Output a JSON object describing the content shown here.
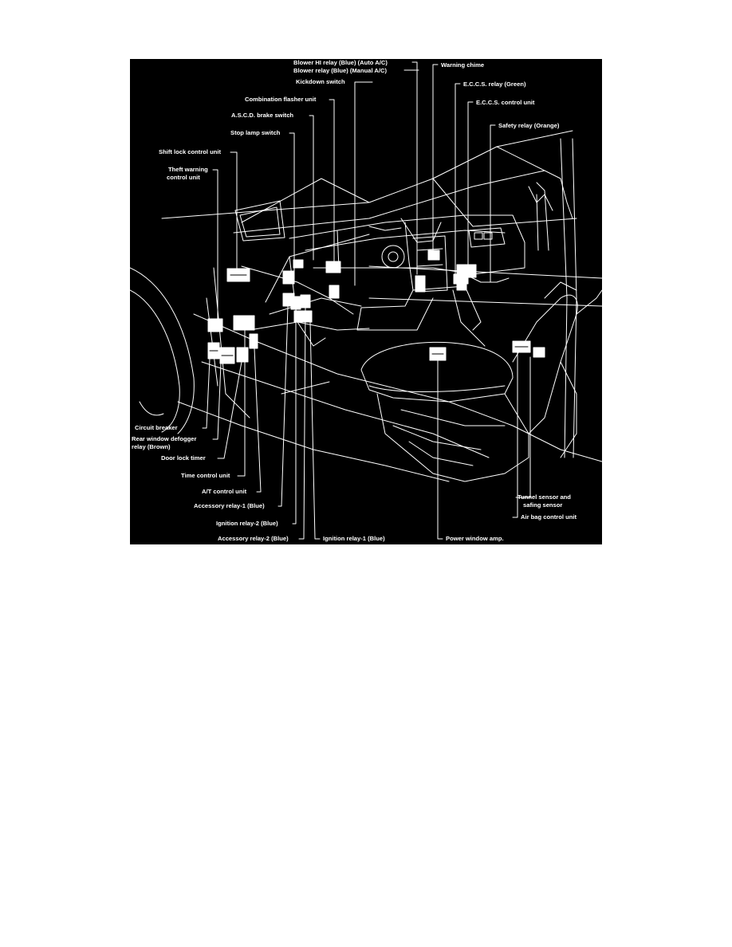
{
  "figure": {
    "background": "#000000",
    "line_color": "#ffffff",
    "labels": {
      "blower_hi_relay": "Blower HI relay (Blue) (Auto A/C)",
      "blower_relay": "Blower relay (Blue) (Manual A/C)",
      "kickdown_switch": "Kickdown switch",
      "warning_chime": "Warning chime",
      "eccs_relay": "E.C.C.S. relay (Green)",
      "eccs_control_unit": "E.C.C.S. control unit",
      "combination_flasher_unit": "Combination flasher unit",
      "ascd_brake_switch": "A.S.C.D. brake switch",
      "stop_lamp_switch": "Stop lamp switch",
      "safety_relay": "Safety relay (Orange)",
      "shift_lock_control_unit": "Shift lock control unit",
      "theft_warning_line1": "Theft warning",
      "theft_warning_line2": "control unit",
      "circuit_breaker": "Circuit breaker",
      "rear_window_defogger_line1": "Rear window defogger",
      "rear_window_defogger_line2": "relay (Brown)",
      "door_lock_timer": "Door lock timer",
      "time_control_unit": "Time control unit",
      "at_control_unit": "A/T control unit",
      "accessory_relay_1": "Accessory relay-1 (Blue)",
      "ignition_relay_2": "Ignition relay-2 (Blue)",
      "accessory_relay_2": "Accessory relay-2 (Blue)",
      "ignition_relay_1": "Ignition relay-1 (Blue)",
      "power_window_amp": "Power window amp.",
      "tunnel_sensor_line1": "Tunnel sensor and",
      "tunnel_sensor_line2": "safing sensor",
      "air_bag_control_unit": "Air bag control unit"
    }
  }
}
